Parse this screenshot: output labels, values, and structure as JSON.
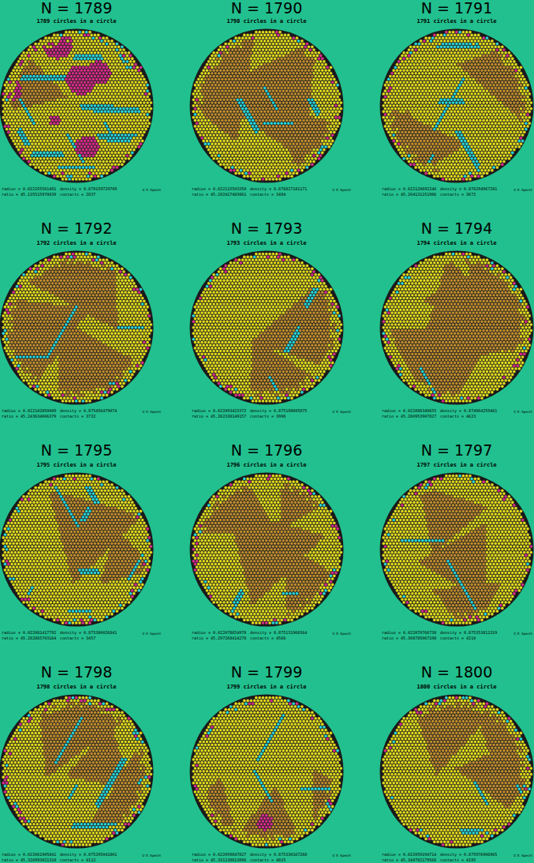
{
  "diagram": {
    "labels": [
      "N = 1789",
      "1789 circles in a circle",
      "radius = 0.022155501491",
      "density = 0.879159729709",
      "ratio = 45.135515970839",
      "contacts = 2837",
      "© E. Specht",
      "N = 1790",
      "1790 circles in a circle",
      "radius = 0.022115503250",
      "density = 0.876827181171",
      "ratio = 45.192417483061",
      "contacts = 3484",
      "© E. Specht",
      "N = 1791",
      "1791 circles in a circle",
      "radius = 0.022120692246",
      "density = 0.876294967281",
      "ratio = 45.204131151986",
      "contacts = 3672",
      "© E. Specht",
      "N = 1792",
      "1792 circles in a circle",
      "radius = 0.022102850089",
      "density = 0.875456479074",
      "ratio = 45.243634006379",
      "contacts = 3732",
      "© E. Specht",
      "N = 1793",
      "1793 circles in a circle",
      "radius = 0.022093423372",
      "density = 0.875198005875",
      "ratio = 45.262338149157",
      "contacts = 3998",
      "© E. Specht",
      "N = 1794",
      "1794 circles in a circle",
      "radius = 0.022086340655",
      "density = 0.874964259461",
      "ratio = 45.280953907827",
      "contacts = 4623",
      "© E. Specht",
      "N = 1795",
      "1795 circles in a circle",
      "radius = 0.022081417792",
      "density = 0.875380026841",
      "ratio = 45.282865703164",
      "contacts = 3457",
      "© E. Specht",
      "N = 1796",
      "1796 circles in a circle",
      "radius = 0.022078654978",
      "density = 0.875131968364",
      "ratio = 45.297268414278",
      "contacts = 4566",
      "© E. Specht",
      "N = 1797",
      "1797 circles in a circle",
      "radius = 0.022070766738",
      "density = 0.875353811319",
      "ratio = 45.308785067198",
      "contacts = 4210",
      "© E. Specht",
      "N = 1798",
      "1798 circles in a circle",
      "radius = 0.022061905841",
      "density = 0.875295041801",
      "ratio = 45.326993021310",
      "contacts = 4112",
      "© E. Specht",
      "N = 1799",
      "1799 circles in a circle",
      "radius = 0.022059847827",
      "density = 0.875330167268",
      "ratio = 45.331138813896",
      "contacts = 4015",
      "© E. Specht",
      "N = 1800",
      "1800 circles in a circle",
      "radius = 0.022059194714",
      "density = 0.875976906965",
      "ratio = 45.340782179566",
      "contacts = 4195",
      "© E. Specht"
    ]
  }
}
